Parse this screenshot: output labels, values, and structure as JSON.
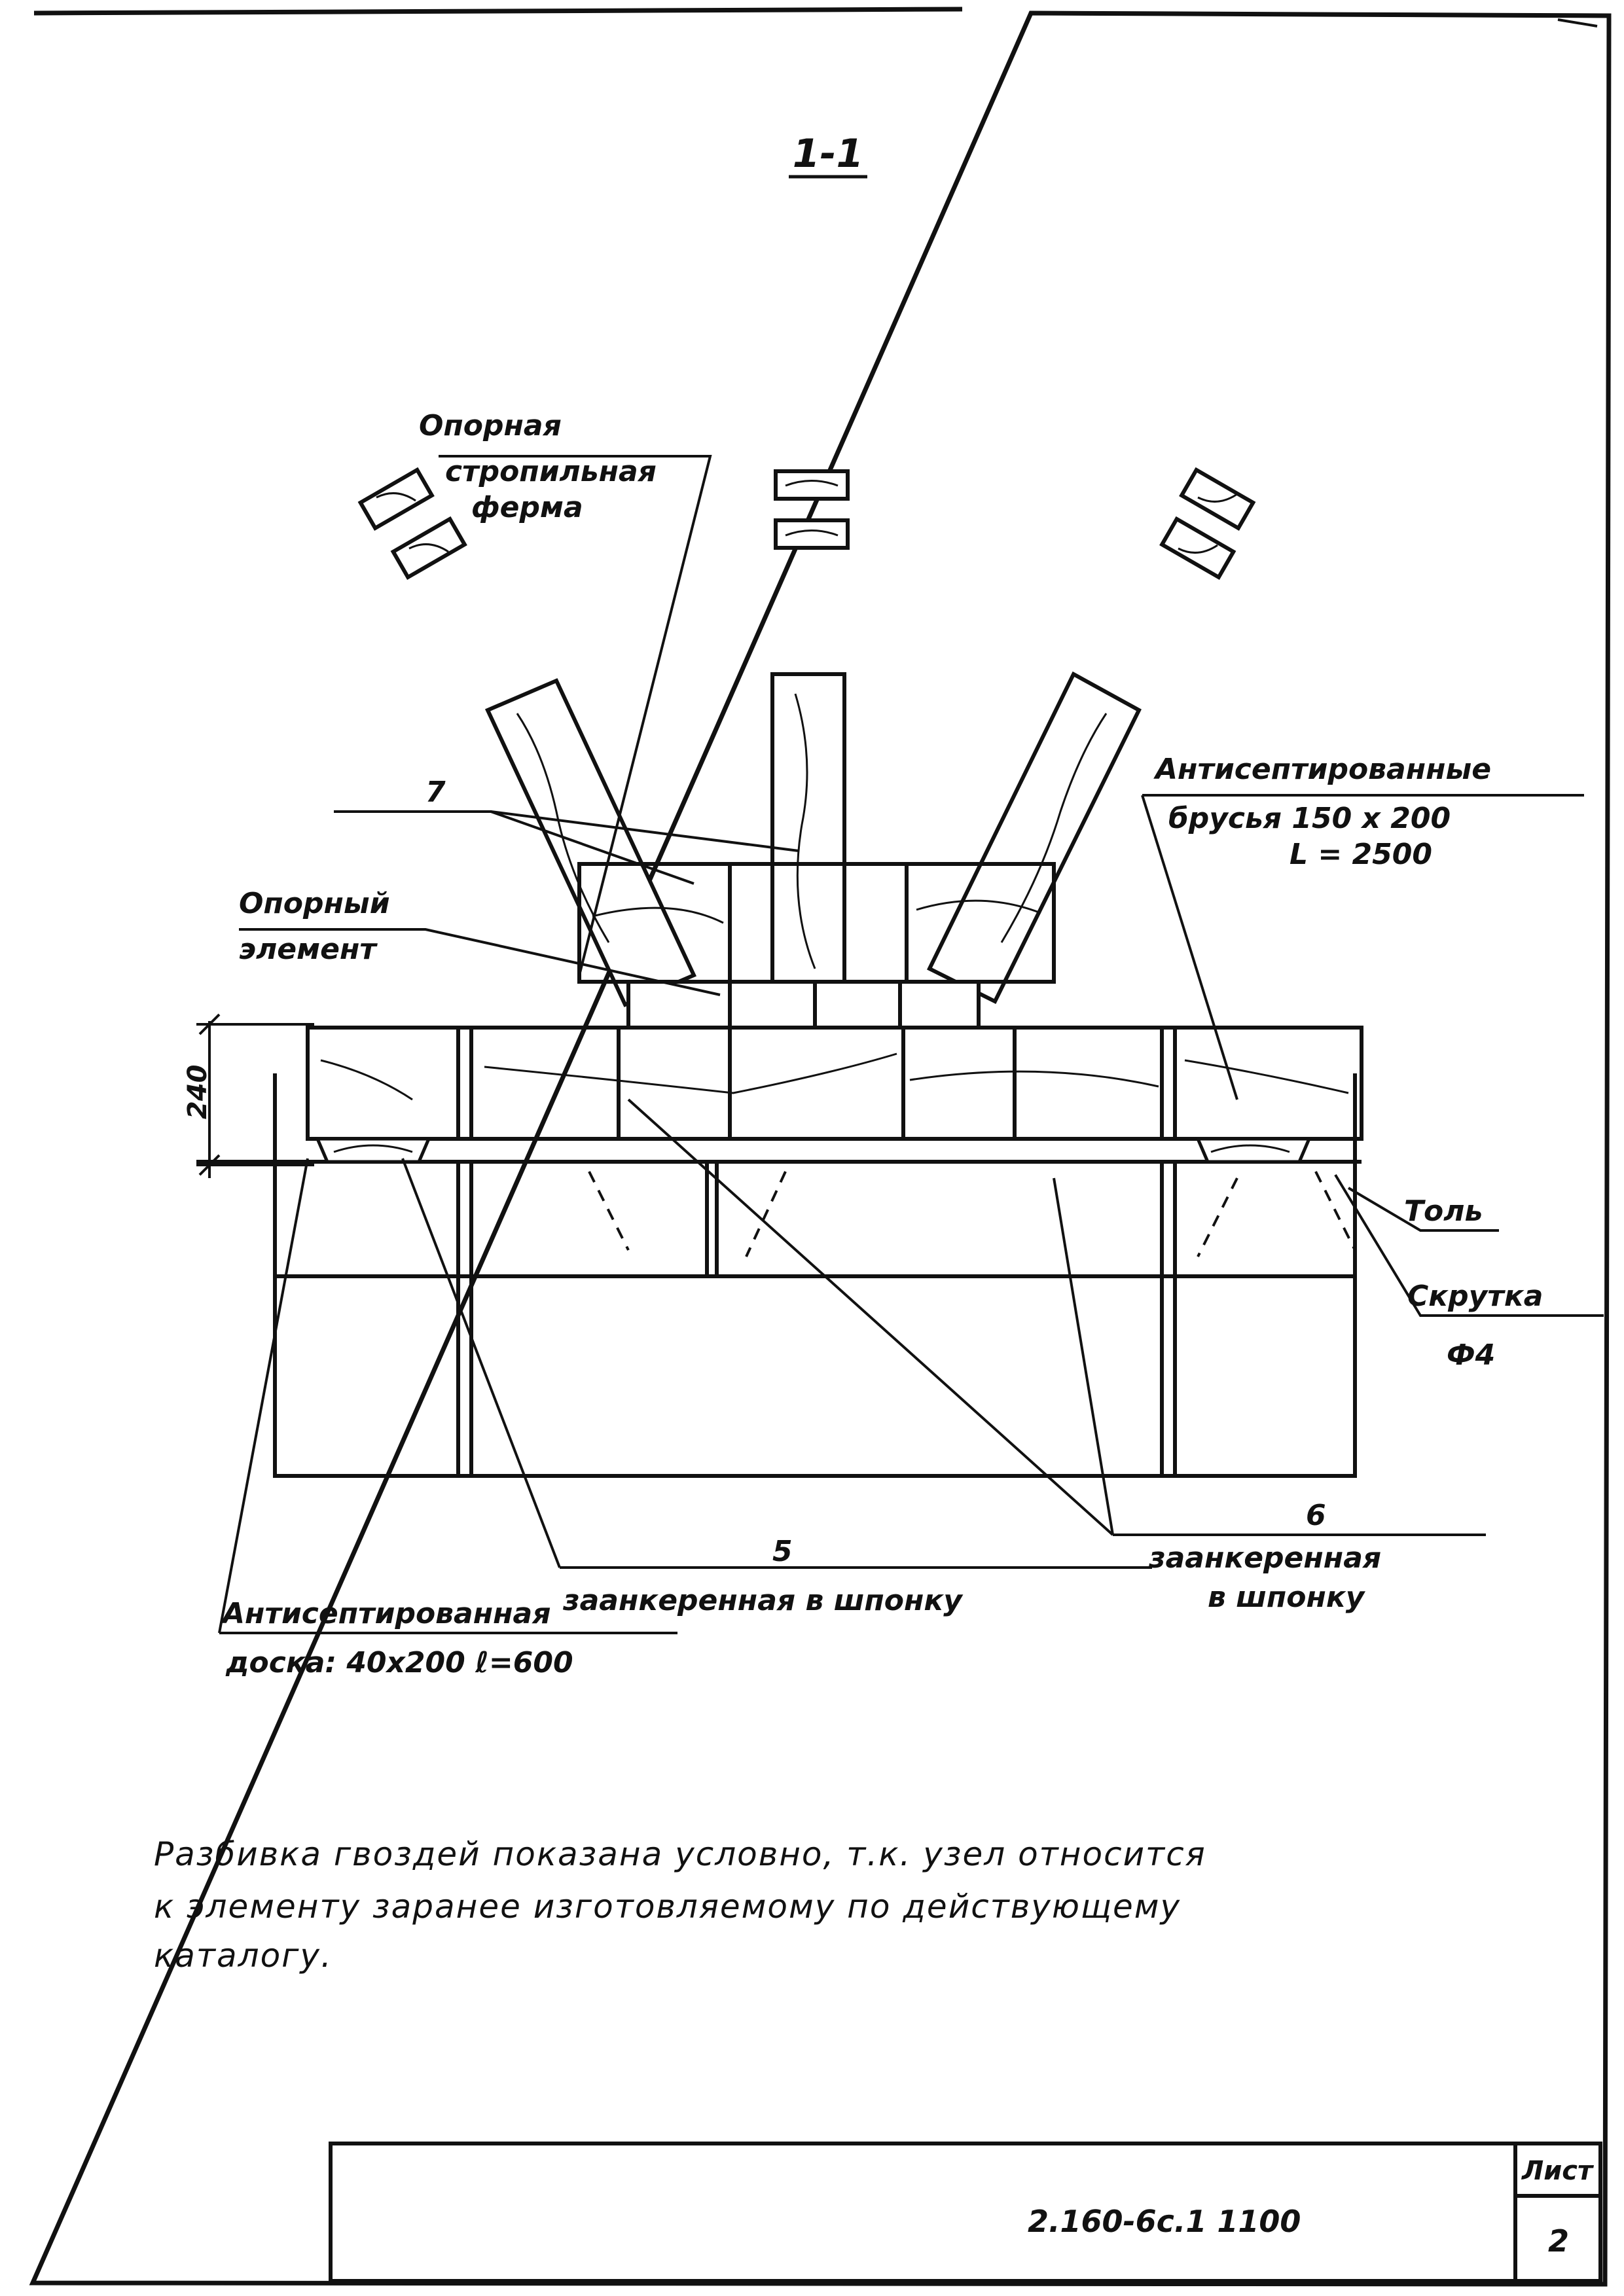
{
  "section_title": "1-1",
  "labels": {
    "support_truss": [
      "Опорная",
      "стропильная",
      "ферма"
    ],
    "antiseptic_beams": [
      "Антисептированные",
      "брусья  150 х 200",
      "L = 2500"
    ],
    "support_element": [
      "Опорный",
      "элемент"
    ],
    "position_7": "7",
    "dimension_240": "240",
    "tol": "Толь",
    "twist": [
      "Скрутка",
      "Ф4"
    ],
    "position_5": "5",
    "anchored_5": "заанкеренная в шпонку",
    "antiseptic_board": [
      "Антисептированная",
      "доска: 40х200  ℓ=600"
    ],
    "position_6": "6",
    "anchored_6": [
      "заанкеренная",
      "в шпонку"
    ]
  },
  "note": [
    "Разбивка гвоздей  показана условно, т.к. узел относится",
    "к элементу заранее изготовляемому по действующему",
    "каталогу."
  ],
  "title_block": {
    "doc_code": "2.160-6с.1    1100",
    "sheet_label": "Лист",
    "sheet_number": "2"
  },
  "colors": {
    "ink": "#111111",
    "paper": "#ffffff"
  }
}
